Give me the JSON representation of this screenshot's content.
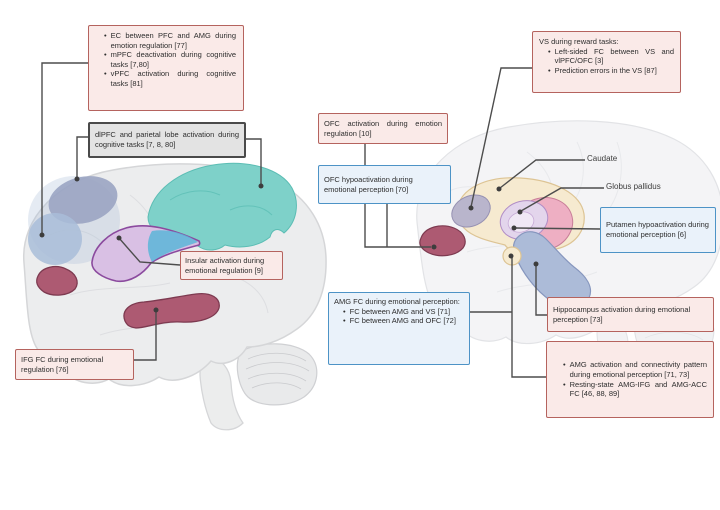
{
  "figure_type": "brain-annotation-diagram",
  "boxes": {
    "pfc_bullets": [
      "EC between PFC and AMG during emotion regulation [77]",
      "mPFC deactivation during cognitive tasks [7,80]",
      "vPFC activation during cognitive tasks [81]"
    ],
    "dlpfc": "dlPFC and parietal lobe activation during cognitive tasks [7, 8, 80]",
    "insular": "Insular activation during emotional regulation [9]",
    "ifg": "IFG FC during emotional regulation [76]",
    "ofc_activation": "OFC activation during emotion regulation [10]",
    "ofc_hypoactivation": "OFC hypoactivation during emotional perception [70]",
    "amg_fc_title": "AMG FC during emotional perception:",
    "amg_fc_bullets": [
      "FC between AMG and VS [71]",
      "FC between AMG and OFC [72]"
    ],
    "vs_title": "VS during reward tasks:",
    "vs_bullets": [
      "Left-sided FC between VS and vlPFC/OFC [3]",
      "Prediction errors in the VS [87]"
    ],
    "putamen": "Putamen hypoactivation during emotional perception [6]",
    "hippocampus": "Hippocampus activation during emotional perception [73]",
    "amg_bullets": [
      "AMG activation and connectivity pattern during emotional perception [71, 73]",
      "Resting-state AMG-IFG and AMG-ACC FC [46, 88, 89]"
    ]
  },
  "labels": {
    "caudate": "Caudate",
    "globus_pallidus": "Globus pallidus"
  },
  "regions": {
    "prefrontal_vpfc_blue": "#a9bdd8",
    "dlpfc_mpfc_gray_blue": "#99a3c1",
    "parietal_teal": "#7ed1c9",
    "insula_purple": "#d9c0e4",
    "insula_blue_part": "#5ab5d8",
    "ifg_temporal_maroon": "#ad5a72",
    "ofc_maroon": "#ad5a72",
    "caudate_cream": "#f6ead0",
    "putamen_pink": "#eeafc3",
    "globus_pallidus_lavender": "#e3d5ec",
    "ventral_striatum_gray": "#b9b5cc",
    "hippocampus_blue_gray": "#acbbd8",
    "brain_body": "#ecedee"
  },
  "palette": {
    "pink_fill": "#faeae8",
    "pink_border": "#b5635e",
    "blue_fill": "#eaf2fa",
    "blue_border": "#4d93c6",
    "gray_fill": "#e3e3e3",
    "gray_border": "#4a4a4a",
    "leader_line": "#4d4d4d"
  }
}
